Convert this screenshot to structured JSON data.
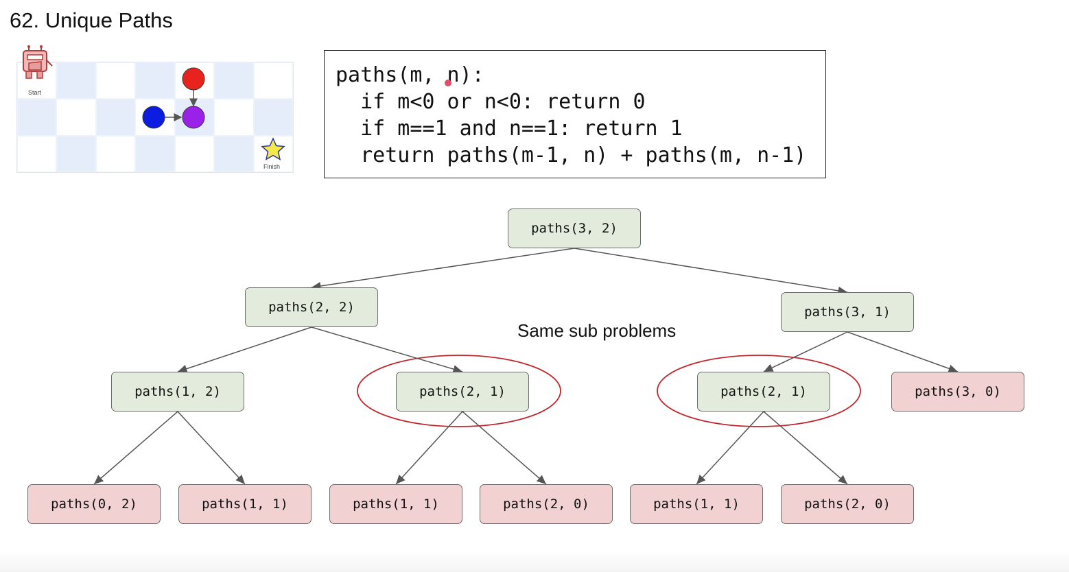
{
  "title": "62. Unique Paths",
  "grid": {
    "start_label": "Start",
    "finish_label": "Finish",
    "colors": {
      "shade": "#e6edfa",
      "red_dot": "#e8231d",
      "blue_dot": "#0a1de0",
      "purple_dot": "#9a22e8",
      "star": "#f5e84a"
    }
  },
  "code": {
    "lines": [
      "paths(m, n):",
      "  if m<0 or n<0: return 0",
      "  if m==1 and n==1: return 1",
      "  return paths(m-1, n) + paths(m, n-1)"
    ]
  },
  "annotation": "Same sub problems",
  "tree": {
    "nodes": [
      {
        "id": "n32",
        "label": "paths(3, 2)",
        "color": "green"
      },
      {
        "id": "n22",
        "label": "paths(2, 2)",
        "color": "green"
      },
      {
        "id": "n31",
        "label": "paths(3, 1)",
        "color": "green"
      },
      {
        "id": "n12",
        "label": "paths(1, 2)",
        "color": "green"
      },
      {
        "id": "n21a",
        "label": "paths(2, 1)",
        "color": "green"
      },
      {
        "id": "n21b",
        "label": "paths(2, 1)",
        "color": "green"
      },
      {
        "id": "n30",
        "label": "paths(3, 0)",
        "color": "red"
      },
      {
        "id": "n02",
        "label": "paths(0, 2)",
        "color": "red"
      },
      {
        "id": "n11a",
        "label": "paths(1, 1)",
        "color": "red"
      },
      {
        "id": "n11b",
        "label": "paths(1, 1)",
        "color": "red"
      },
      {
        "id": "n20a",
        "label": "paths(2, 0)",
        "color": "red"
      },
      {
        "id": "n11c",
        "label": "paths(1, 1)",
        "color": "red"
      },
      {
        "id": "n20b",
        "label": "paths(2, 0)",
        "color": "red"
      }
    ],
    "edges": [
      [
        "n32",
        "n22"
      ],
      [
        "n32",
        "n31"
      ],
      [
        "n22",
        "n12"
      ],
      [
        "n22",
        "n21a"
      ],
      [
        "n31",
        "n21b"
      ],
      [
        "n31",
        "n30"
      ],
      [
        "n12",
        "n02"
      ],
      [
        "n12",
        "n11a"
      ],
      [
        "n21a",
        "n11b"
      ],
      [
        "n21a",
        "n20a"
      ],
      [
        "n21b",
        "n11c"
      ],
      [
        "n21b",
        "n20b"
      ]
    ],
    "highlighted": [
      "n21a",
      "n21b"
    ],
    "colors": {
      "green_fill": "#e3ecdc",
      "red_fill": "#f1d1d1",
      "ellipse": "#c0282d",
      "edge": "#555555"
    }
  }
}
